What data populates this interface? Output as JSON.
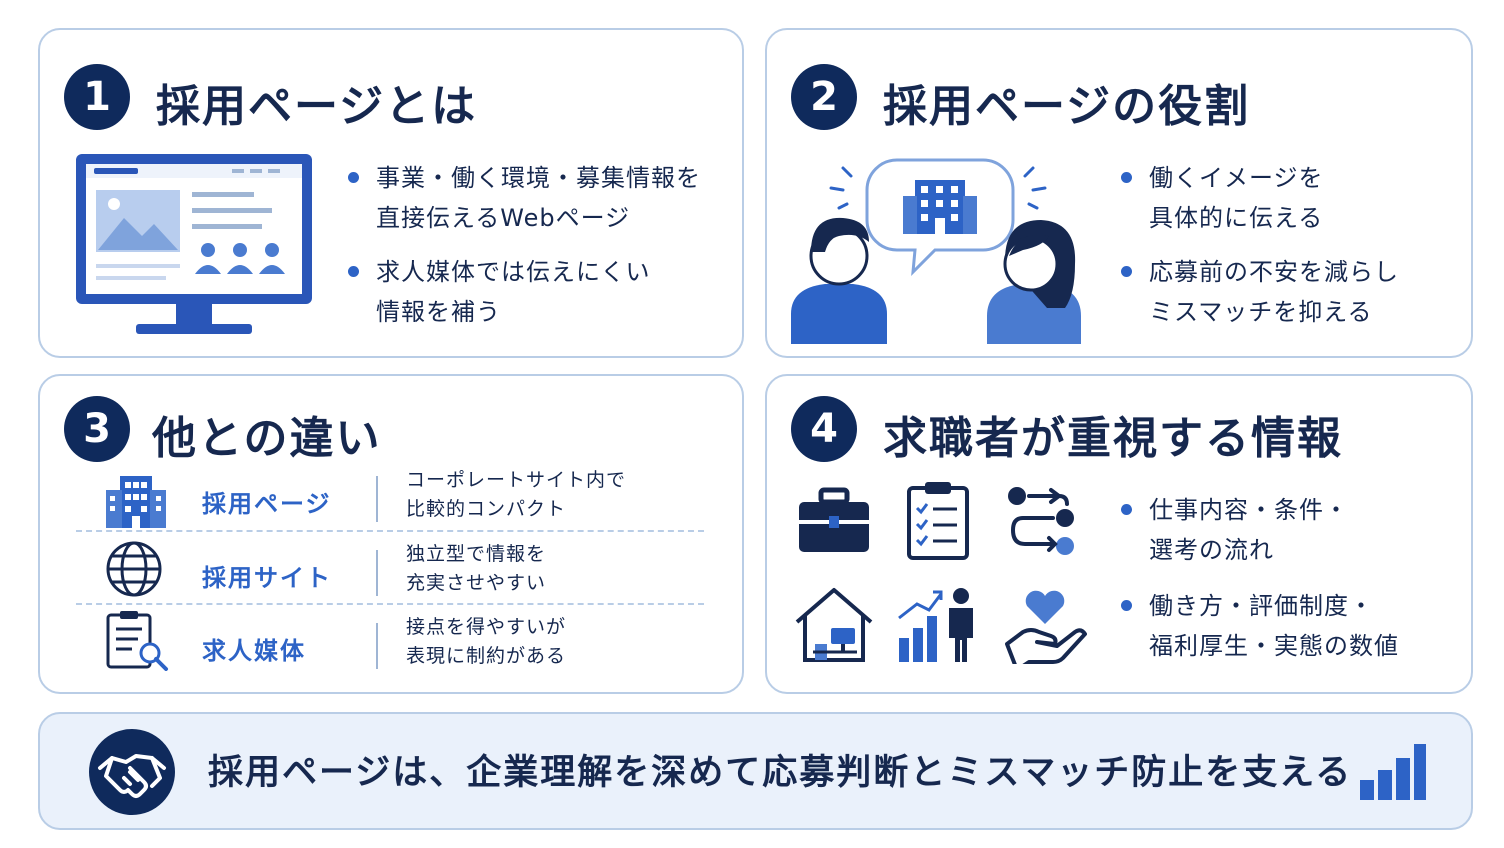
{
  "cards": [
    {
      "number": "1",
      "title": "採用ページとは",
      "bullets": [
        {
          "line1": "事業・働く環境・募集情報を",
          "line2": "直接伝えるWebページ"
        },
        {
          "line1": "求人媒体では伝えにくい",
          "line2": "情報を補う"
        }
      ]
    },
    {
      "number": "2",
      "title": "採用ページの役割",
      "bullets": [
        {
          "line1": "働くイメージを",
          "line2": "具体的に伝える"
        },
        {
          "line1": "応募前の不安を減らし",
          "line2": "ミスマッチを抑える"
        }
      ]
    },
    {
      "number": "3",
      "title": "他との違い",
      "rows": [
        {
          "label": "採用ページ",
          "desc1": "コーポレートサイト内で",
          "desc2": "比較的コンパクト",
          "icon": "building-icon"
        },
        {
          "label": "採用サイト",
          "desc1": "独立型で情報を",
          "desc2": "充実させやすい",
          "icon": "globe-icon"
        },
        {
          "label": "求人媒体",
          "desc1": "接点を得やすいが",
          "desc2": "表現に制約がある",
          "icon": "clipboard-search-icon"
        }
      ]
    },
    {
      "number": "4",
      "title": "求職者が重視する情報",
      "bullets": [
        {
          "line1": "仕事内容・条件・",
          "line2": "選考の流れ"
        },
        {
          "line1": "働き方・評価制度・",
          "line2": "福利厚生・実態の数値"
        }
      ],
      "icons": [
        "briefcase-icon",
        "checklist-icon",
        "flow-icon",
        "house-workspace-icon",
        "growth-person-icon",
        "heart-hand-icon"
      ]
    }
  ],
  "banner": {
    "text": "採用ページは、企業理解を深めて応募判断とミスマッチ防止を支える",
    "icons": [
      "handshake-icon",
      "bar-chart-icon"
    ]
  },
  "colors": {
    "navy": "#16284f",
    "dark_circle": "#0f2a5c",
    "accent_blue": "#2d63c6",
    "border": "#b9cde6",
    "banner_bg": "#eaf1fb"
  }
}
